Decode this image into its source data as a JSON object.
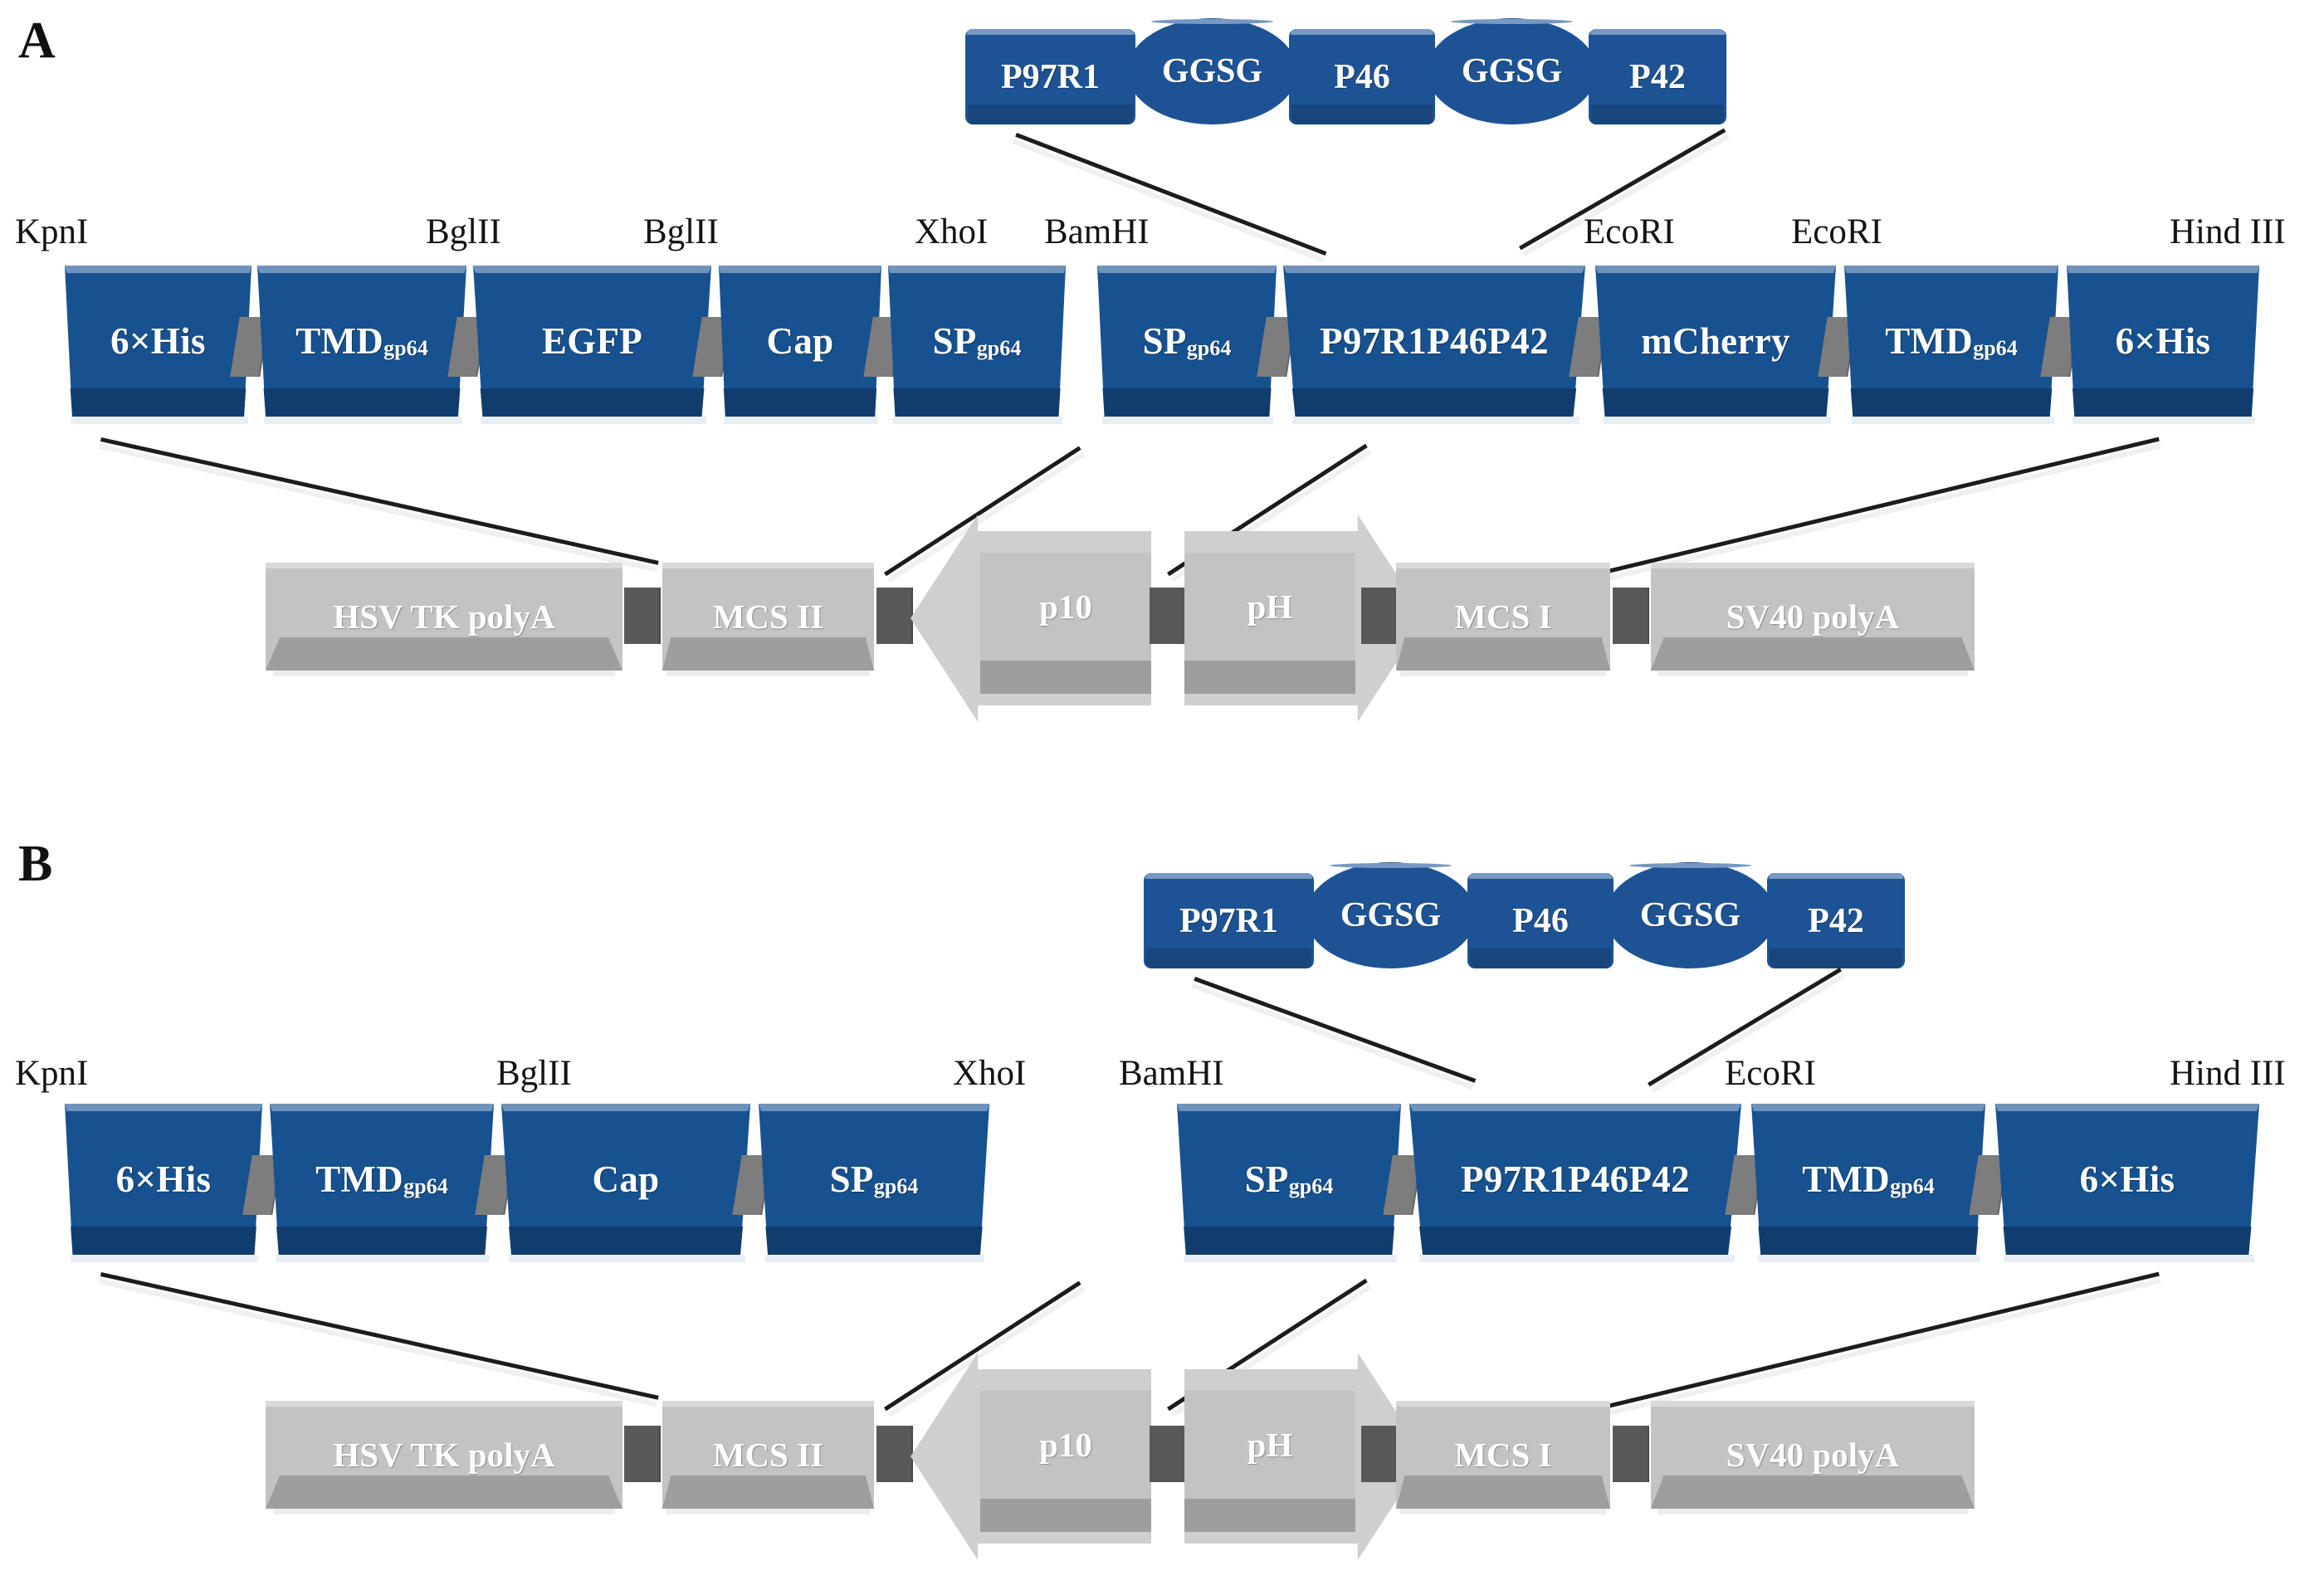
{
  "figure": {
    "type": "genetic-construct-diagram",
    "panels": [
      {
        "letter": "A",
        "fusion_protein": {
          "name": "P97R1P46P42 fusion cassette",
          "segments": [
            {
              "label": "P97R1",
              "shape": "rect"
            },
            {
              "label": "GGSG",
              "shape": "oval"
            },
            {
              "label": "P46",
              "shape": "rect"
            },
            {
              "label": "GGSG",
              "shape": "oval"
            },
            {
              "label": "P42",
              "shape": "rect"
            }
          ]
        },
        "restriction_sites": [
          {
            "label": "KpnI"
          },
          {
            "label": "BglII"
          },
          {
            "label": "BglII"
          },
          {
            "label": "XhoI"
          },
          {
            "label": "BamHI"
          },
          {
            "label": "EcoRI"
          },
          {
            "label": "EcoRI"
          },
          {
            "label": "Hind III"
          }
        ],
        "left_cassette": [
          {
            "label": "6×His",
            "sub": ""
          },
          {
            "label": "TMD",
            "sub": "gp64"
          },
          {
            "label": "EGFP",
            "sub": ""
          },
          {
            "label": "Cap",
            "sub": ""
          },
          {
            "label": "SP",
            "sub": "gp64"
          }
        ],
        "right_cassette": [
          {
            "label": "SP",
            "sub": "gp64"
          },
          {
            "label": "P97R1P46P42",
            "sub": ""
          },
          {
            "label": "mCherry",
            "sub": ""
          },
          {
            "label": "TMD",
            "sub": "gp64"
          },
          {
            "label": "6×His",
            "sub": ""
          }
        ],
        "backbone": [
          {
            "label": "HSV TK polyA",
            "kind": "block"
          },
          {
            "label": "MCS II",
            "kind": "block"
          },
          {
            "label": "p10",
            "kind": "arrow-left"
          },
          {
            "label": "pH",
            "kind": "arrow-right"
          },
          {
            "label": "MCS I",
            "kind": "block"
          },
          {
            "label": "SV40 polyA",
            "kind": "block"
          }
        ]
      },
      {
        "letter": "B",
        "fusion_protein": {
          "name": "P97R1P46P42 fusion cassette",
          "segments": [
            {
              "label": "P97R1",
              "shape": "rect"
            },
            {
              "label": "GGSG",
              "shape": "oval"
            },
            {
              "label": "P46",
              "shape": "rect"
            },
            {
              "label": "GGSG",
              "shape": "oval"
            },
            {
              "label": "P42",
              "shape": "rect"
            }
          ]
        },
        "restriction_sites": [
          {
            "label": "KpnI"
          },
          {
            "label": "BglII"
          },
          {
            "label": "XhoI"
          },
          {
            "label": "BamHI"
          },
          {
            "label": "EcoRI"
          },
          {
            "label": "Hind III"
          }
        ],
        "left_cassette": [
          {
            "label": "6×His",
            "sub": ""
          },
          {
            "label": "TMD",
            "sub": "gp64"
          },
          {
            "label": "Cap",
            "sub": ""
          },
          {
            "label": "SP",
            "sub": "gp64"
          }
        ],
        "right_cassette": [
          {
            "label": "SP",
            "sub": "gp64"
          },
          {
            "label": "P97R1P46P42",
            "sub": ""
          },
          {
            "label": "TMD",
            "sub": "gp64"
          },
          {
            "label": "6×His",
            "sub": ""
          }
        ],
        "backbone": [
          {
            "label": "HSV TK polyA",
            "kind": "block"
          },
          {
            "label": "MCS II",
            "kind": "block"
          },
          {
            "label": "p10",
            "kind": "arrow-left"
          },
          {
            "label": "pH",
            "kind": "arrow-right"
          },
          {
            "label": "MCS I",
            "kind": "block"
          },
          {
            "label": "SV40 polyA",
            "kind": "block"
          }
        ]
      }
    ],
    "colors": {
      "gene_blue": "#17518f",
      "gene_blue_top": "#6f93bc",
      "gene_blue_bottom": "#103d6e",
      "backbone_gray": "#c3c3c3",
      "backbone_gray_bottom": "#9e9e9e",
      "arrow_head_gray": "#cfcfcf",
      "linker_gray": "#7d7d7d",
      "text_white": "#ffffff",
      "label_black": "#141414"
    }
  }
}
